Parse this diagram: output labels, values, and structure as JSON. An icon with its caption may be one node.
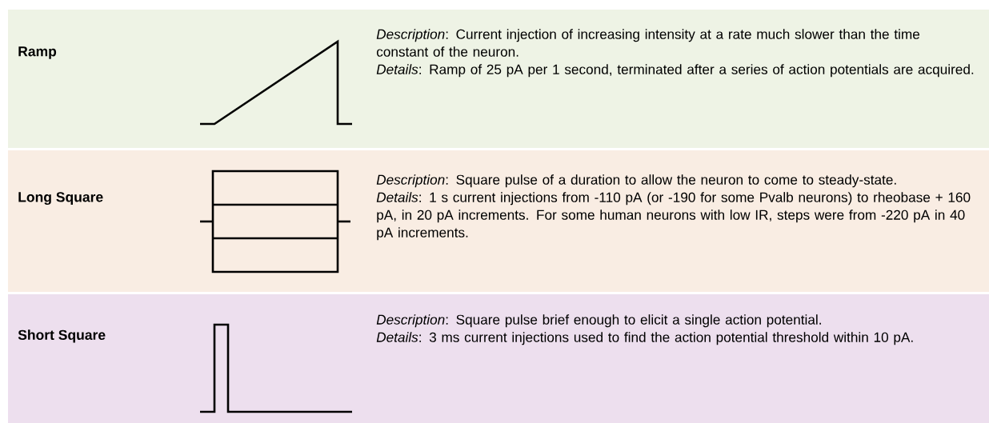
{
  "diagram": {
    "nodes": [
      {
        "text": [
          "Ramp",
          "*Description*: Current injection of increasing intensity at a rate much slower than the time constant of the neuron.",
          "*Details*: Ramp of 25 pA per 1 second, terminated after a series of action potentials are acquired."
        ]
      },
      {
        "text": [
          "Long Square",
          "*Description*: Square pulse of a duration to allow the neuron to come to steady-state.",
          "*Details*: 1 s current injections from -110 pA (or -190 for some Pvalb neurons) to rheobase + 160 pA, in 20 pA increments. For some human neurons with low IR, steps were from -220 pA in 40 pA increments."
        ]
      },
      {
        "text": [
          "Short Square",
          "*Description*: Square pulse brief enough to elicit a single action potential.",
          "*Details*: 3 ms current injections used to find the action potential threshold within 10 pA."
        ]
      }
    ]
  }
}
